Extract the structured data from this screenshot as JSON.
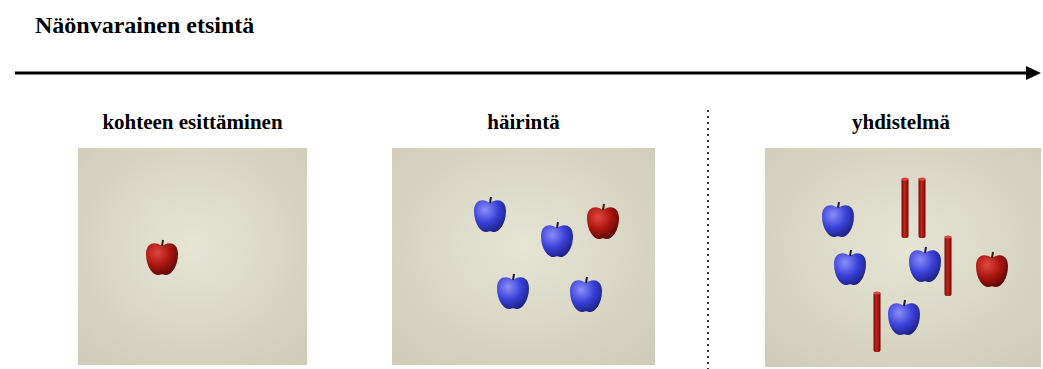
{
  "diagram": {
    "title": "Näönvarainen etsintä",
    "nodes": [
      {
        "text": [
          "kohteen esittäminen"
        ]
      },
      {
        "text": [
          "häirintä"
        ]
      },
      {
        "text": [
          "yhdistelmä"
        ]
      }
    ]
  }
}
